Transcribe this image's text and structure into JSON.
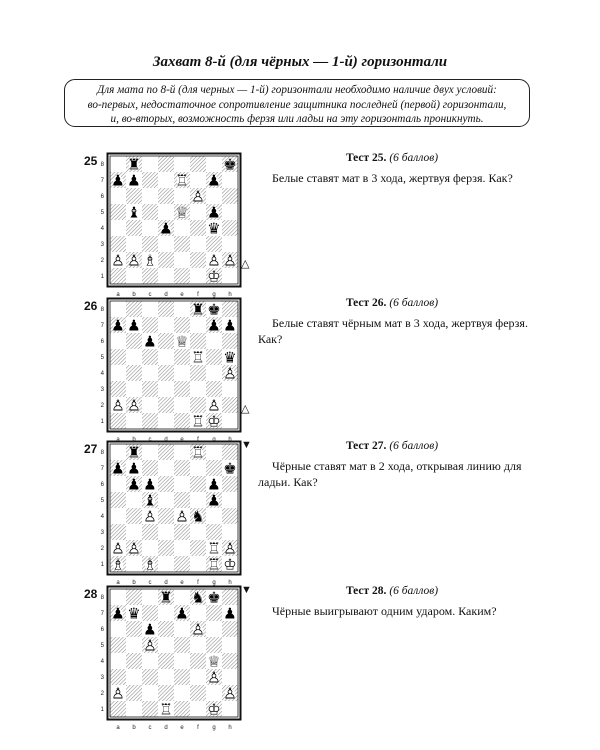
{
  "title": "Захват 8-й (для чёрных — 1-й) горизонтали",
  "intro_lines": [
    "Для мата по 8-й (для черных — 1-й) горизонтали необходимо наличие двух условий:",
    "во-первых, недостаточное сопротивление защитника последней (первой) горизонтали,",
    "и, во-вторых, возможность ферзя или ладьи на эту горизонталь проникнуть."
  ],
  "board_files": [
    "a",
    "b",
    "c",
    "d",
    "e",
    "f",
    "g",
    "h"
  ],
  "board_ranks": [
    "8",
    "7",
    "6",
    "5",
    "4",
    "3",
    "2",
    "1"
  ],
  "turn_icons": {
    "white": "△",
    "black": "▼"
  },
  "problems": [
    {
      "number": "25",
      "test_name": "Тест 25.",
      "points": "(6 баллов)",
      "text": "Белые ставят мат в 3 хода, жертвуя ферзя. Как?",
      "to_move": "white",
      "pieces": [
        {
          "sq": "b8",
          "p": "r"
        },
        {
          "sq": "h8",
          "p": "k"
        },
        {
          "sq": "a7",
          "p": "p"
        },
        {
          "sq": "b7",
          "p": "p"
        },
        {
          "sq": "e7",
          "p": "R"
        },
        {
          "sq": "g7",
          "p": "p"
        },
        {
          "sq": "f6",
          "p": "P"
        },
        {
          "sq": "b5",
          "p": "b"
        },
        {
          "sq": "e5",
          "p": "Q"
        },
        {
          "sq": "g5",
          "p": "p"
        },
        {
          "sq": "d4",
          "p": "p"
        },
        {
          "sq": "g4",
          "p": "q"
        },
        {
          "sq": "a2",
          "p": "P"
        },
        {
          "sq": "b2",
          "p": "P"
        },
        {
          "sq": "c2",
          "p": "B"
        },
        {
          "sq": "g2",
          "p": "P"
        },
        {
          "sq": "h2",
          "p": "P"
        },
        {
          "sq": "g1",
          "p": "K"
        }
      ]
    },
    {
      "number": "26",
      "test_name": "Тест 26.",
      "points": "(6 баллов)",
      "text": "Белые ставят чёрным мат в 3 хода, жертвуя ферзя. Как?",
      "to_move": "white",
      "pieces": [
        {
          "sq": "f8",
          "p": "r"
        },
        {
          "sq": "g8",
          "p": "k"
        },
        {
          "sq": "a7",
          "p": "p"
        },
        {
          "sq": "b7",
          "p": "p"
        },
        {
          "sq": "g7",
          "p": "p"
        },
        {
          "sq": "h7",
          "p": "p"
        },
        {
          "sq": "c6",
          "p": "p"
        },
        {
          "sq": "e6",
          "p": "Q"
        },
        {
          "sq": "f5",
          "p": "R"
        },
        {
          "sq": "h5",
          "p": "q"
        },
        {
          "sq": "h4",
          "p": "P"
        },
        {
          "sq": "a2",
          "p": "P"
        },
        {
          "sq": "b2",
          "p": "P"
        },
        {
          "sq": "g2",
          "p": "P"
        },
        {
          "sq": "f1",
          "p": "R"
        },
        {
          "sq": "g1",
          "p": "K"
        }
      ]
    },
    {
      "number": "27",
      "test_name": "Тест 27.",
      "points": "(6 баллов)",
      "text": "Чёрные ставят мат в 2 хода, открывая линию для ладьи. Как?",
      "to_move": "black",
      "pieces": [
        {
          "sq": "b8",
          "p": "r"
        },
        {
          "sq": "f8",
          "p": "R"
        },
        {
          "sq": "a7",
          "p": "p"
        },
        {
          "sq": "b7",
          "p": "p"
        },
        {
          "sq": "h7",
          "p": "k"
        },
        {
          "sq": "b6",
          "p": "p"
        },
        {
          "sq": "c6",
          "p": "p"
        },
        {
          "sq": "g6",
          "p": "p"
        },
        {
          "sq": "c5",
          "p": "b"
        },
        {
          "sq": "g5",
          "p": "p"
        },
        {
          "sq": "c4",
          "p": "P"
        },
        {
          "sq": "e4",
          "p": "P"
        },
        {
          "sq": "f4",
          "p": "n"
        },
        {
          "sq": "a2",
          "p": "P"
        },
        {
          "sq": "b2",
          "p": "P"
        },
        {
          "sq": "g2",
          "p": "R"
        },
        {
          "sq": "h2",
          "p": "P"
        },
        {
          "sq": "a1",
          "p": "B"
        },
        {
          "sq": "c1",
          "p": "B"
        },
        {
          "sq": "g1",
          "p": "R"
        },
        {
          "sq": "h1",
          "p": "K"
        }
      ]
    },
    {
      "number": "28",
      "test_name": "Тест 28.",
      "points": "(6 баллов)",
      "text": "Чёрные выигрывают одним ударом. Каким?",
      "to_move": "black",
      "pieces": [
        {
          "sq": "d8",
          "p": "r"
        },
        {
          "sq": "f8",
          "p": "n"
        },
        {
          "sq": "g8",
          "p": "k"
        },
        {
          "sq": "a7",
          "p": "p"
        },
        {
          "sq": "b7",
          "p": "q"
        },
        {
          "sq": "e7",
          "p": "p"
        },
        {
          "sq": "h7",
          "p": "p"
        },
        {
          "sq": "c6",
          "p": "p"
        },
        {
          "sq": "f6",
          "p": "P"
        },
        {
          "sq": "c5",
          "p": "P"
        },
        {
          "sq": "g4",
          "p": "Q"
        },
        {
          "sq": "g3",
          "p": "P"
        },
        {
          "sq": "a2",
          "p": "P"
        },
        {
          "sq": "h2",
          "p": "P"
        },
        {
          "sq": "d1",
          "p": "R"
        },
        {
          "sq": "g1",
          "p": "K"
        }
      ]
    }
  ]
}
